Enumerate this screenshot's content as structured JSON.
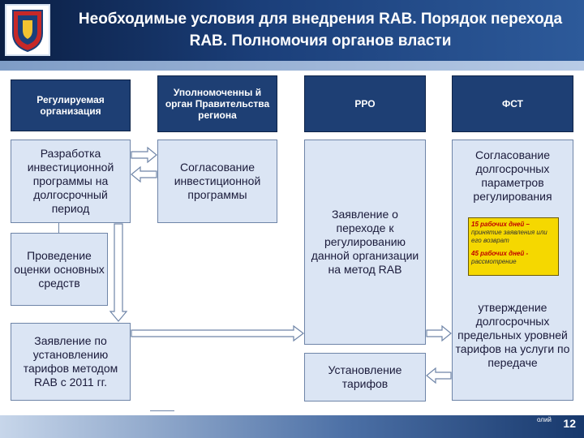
{
  "title": "Необходимые условия для внедрения RAB. Порядок перехода RAB. Полномочия органов власти",
  "columns": [
    "Регулируемая организация",
    "Уполномоченны й орган Правительства региона",
    "РРО",
    "ФСТ"
  ],
  "boxes": {
    "investment_program_development": "Разработка инвестиционной программы на долгосрочный период",
    "investment_program_agreement": "Согласование инвестиционной программы",
    "asset_valuation": "Проведение оценки основных средств",
    "rab_application": "Заявление по установлению тарифов методом RAB с 2011 гг.",
    "transition_application": "Заявление о переходе к регулированию данной организации на метод RAB",
    "tariff_setting": "Установление тарифов",
    "long_term_params_agreement": "Согласование долгосрочных параметров регулирования",
    "long_term_tariff_approval": "утверждение долгосрочных предельных уровней тарифов на услуги по передаче"
  },
  "note": {
    "line1_hl": "15 рабочих дней –",
    "line1_rest": "принятие заявления или его возврат",
    "line2_hl": "45 рабочих дней -",
    "line2_rest": "рассмотрение"
  },
  "footer": {
    "fragment": "олий",
    "page_number": "12"
  },
  "colors": {
    "header_dark": "#0b1f44",
    "column_header": "#1e3f74",
    "box_fill": "#dbe5f4",
    "note_fill": "#f5d800"
  }
}
